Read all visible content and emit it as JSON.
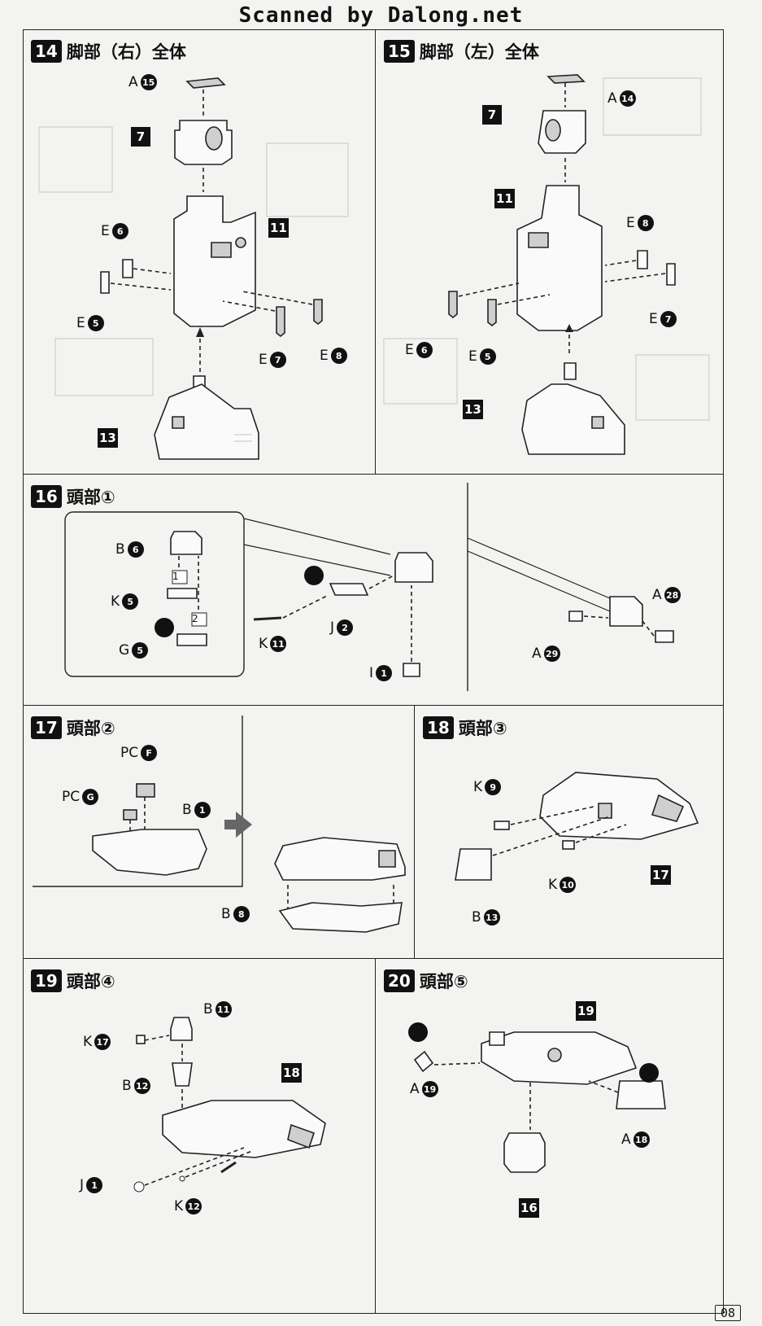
{
  "header": {
    "scan_credit": "Scanned by Dalong.net"
  },
  "page_number": "08",
  "steps": {
    "s14": {
      "number": "14",
      "title": "脚部（右）全体",
      "labels": {
        "a15": "A",
        "a15n": "15",
        "e6": "E",
        "e6n": "6",
        "e5": "E",
        "e5n": "5",
        "e7": "E",
        "e7n": "7",
        "e8": "E",
        "e8n": "8"
      },
      "refs": {
        "r7": "7",
        "r11": "11",
        "r13": "13"
      }
    },
    "s15": {
      "number": "15",
      "title": "脚部（左）全体",
      "labels": {
        "a14": "A",
        "a14n": "14",
        "e8": "E",
        "e8n": "8",
        "e7": "E",
        "e7n": "7",
        "e6": "E",
        "e6n": "6",
        "e5": "E",
        "e5n": "5"
      },
      "refs": {
        "r7": "7",
        "r11": "11",
        "r13": "13"
      }
    },
    "s16": {
      "number": "16",
      "title": "頭部①",
      "labels": {
        "b6": "B",
        "b6n": "6",
        "k5": "K",
        "k5n": "5",
        "g5": "G",
        "g5n": "5",
        "k11": "K",
        "k11n": "11",
        "j2": "J",
        "j2n": "2",
        "i1": "I",
        "i1n": "1",
        "a28": "A",
        "a28n": "28",
        "a29": "A",
        "a29n": "29"
      },
      "order": [
        "1",
        "2"
      ]
    },
    "s17": {
      "number": "17",
      "title": "頭部②",
      "labels": {
        "pcf": "PC",
        "pcfn": "F",
        "pcg": "PC",
        "pcgn": "G",
        "b1": "B",
        "b1n": "1",
        "b8": "B",
        "b8n": "8"
      }
    },
    "s18": {
      "number": "18",
      "title": "頭部③",
      "labels": {
        "k9": "K",
        "k9n": "9",
        "k10": "K",
        "k10n": "10",
        "b13": "B",
        "b13n": "13"
      },
      "refs": {
        "r17": "17"
      }
    },
    "s19": {
      "number": "19",
      "title": "頭部④",
      "labels": {
        "b11": "B",
        "b11n": "11",
        "k17": "K",
        "k17n": "17",
        "b12": "B",
        "b12n": "12",
        "j1": "J",
        "j1n": "1",
        "k12": "K",
        "k12n": "12"
      },
      "refs": {
        "r18": "18"
      }
    },
    "s20": {
      "number": "20",
      "title": "頭部⑤",
      "labels": {
        "a19": "A",
        "a19n": "19",
        "a18": "A",
        "a18n": "18"
      },
      "refs": {
        "r19": "19",
        "r16": "16"
      }
    }
  }
}
